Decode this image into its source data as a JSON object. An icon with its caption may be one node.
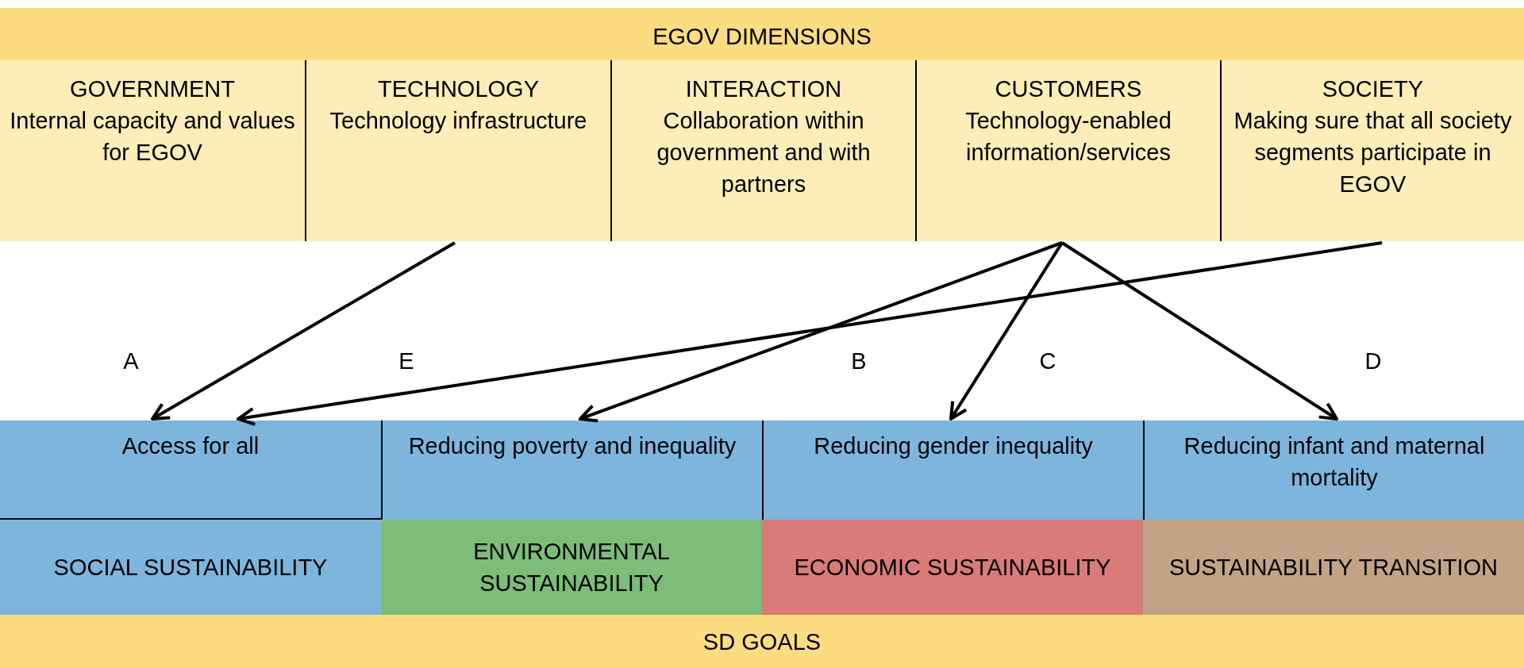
{
  "diagram": {
    "nodes": [
      {
        "text": [
          "EGOV DIMENSIONS"
        ]
      },
      {
        "text": [
          "GOVERNMENT",
          "Internal capacity and values for EGOV"
        ],
        "in": 0
      },
      {
        "text": [
          "TECHNOLOGY",
          "Technology infrastructure"
        ],
        "in": 0
      },
      {
        "text": [
          "INTERACTION",
          "Collaboration within government and with partners"
        ],
        "in": 0
      },
      {
        "text": [
          "CUSTOMERS",
          "Technology-enabled information/services"
        ],
        "in": 0
      },
      {
        "text": [
          "SOCIETY",
          "Making sure that all society segments participate in EGOV"
        ],
        "in": 0
      },
      {
        "text": [
          "Access for all"
        ]
      },
      {
        "text": [
          "Reducing poverty and inequality"
        ]
      },
      {
        "text": [
          "Reducing gender inequality"
        ]
      },
      {
        "text": [
          "Reducing infant and maternal mortality"
        ]
      },
      {
        "text": [
          "SOCIAL SUSTAINABILITY"
        ]
      },
      {
        "text": [
          "ENVIRONMENTAL SUSTAINABILITY"
        ]
      },
      {
        "text": [
          "ECONOMIC SUSTAINABILITY"
        ]
      },
      {
        "text": [
          "SUSTAINABILITY TRANSITION"
        ]
      },
      {
        "text": [
          "SD GOALS"
        ]
      }
    ],
    "edges": [
      {
        "from": 2,
        "to": 6,
        "arrow": "to"
      },
      {
        "from": 5,
        "to": 6,
        "arrow": "to"
      },
      {
        "from": 4,
        "to": 7,
        "arrow": "to"
      },
      {
        "from": 4,
        "to": 8,
        "arrow": "to"
      },
      {
        "from": 4,
        "to": 9,
        "arrow": "to"
      }
    ],
    "labels": [
      "A",
      "E",
      "B",
      "C",
      "D"
    ]
  }
}
